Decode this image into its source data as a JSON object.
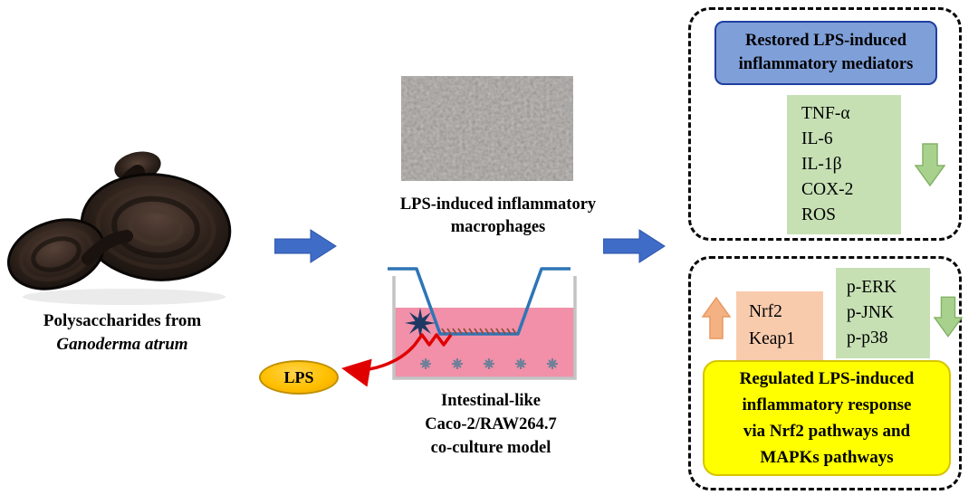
{
  "colors": {
    "flow_arrow_blue": "#3E6CC6",
    "header_box_blue": "#7F9FD8",
    "header_box_border": "#1F3FA0",
    "list_box_green": "#C6E0B4",
    "down_arrow_green": "#A9D18E",
    "up_arrow_orange": "#F4B183",
    "nrf2_box_peach": "#F8CBAD",
    "summary_box_yellow": "#FFFF00",
    "lps_badge_gold": "#FFC000",
    "stimulation_arrow_red": "#E00000",
    "culture_medium_pink": "#F190A8",
    "transwell_insert_blue": "#2E75B6"
  },
  "left": {
    "caption_line1": "Polysaccharides from",
    "caption_line2": "Ganoderma atrum"
  },
  "middle": {
    "macrophage_caption_line1": "LPS-induced inflammatory",
    "macrophage_caption_line2": "macrophages",
    "lps_label": "LPS",
    "coculture_caption_line1": "Intestinal-like",
    "coculture_caption_line2": "Caco-2/RAW264.7",
    "coculture_caption_line3": "co-culture model"
  },
  "right_top": {
    "header_line1": "Restored LPS-induced",
    "header_line2": "inflammatory mediators",
    "mediators": [
      "TNF-α",
      "IL-6",
      "IL-1β",
      "COX-2",
      "ROS"
    ]
  },
  "right_bottom": {
    "upregulated": [
      "Nrf2",
      "Keap1"
    ],
    "downregulated": [
      "p-ERK",
      "p-JNK",
      "p-p38"
    ],
    "summary_line1": "Regulated LPS-induced",
    "summary_line2": "inflammatory response",
    "summary_line3": "via Nrf2 pathways and",
    "summary_line4": "MAPKs pathways"
  }
}
